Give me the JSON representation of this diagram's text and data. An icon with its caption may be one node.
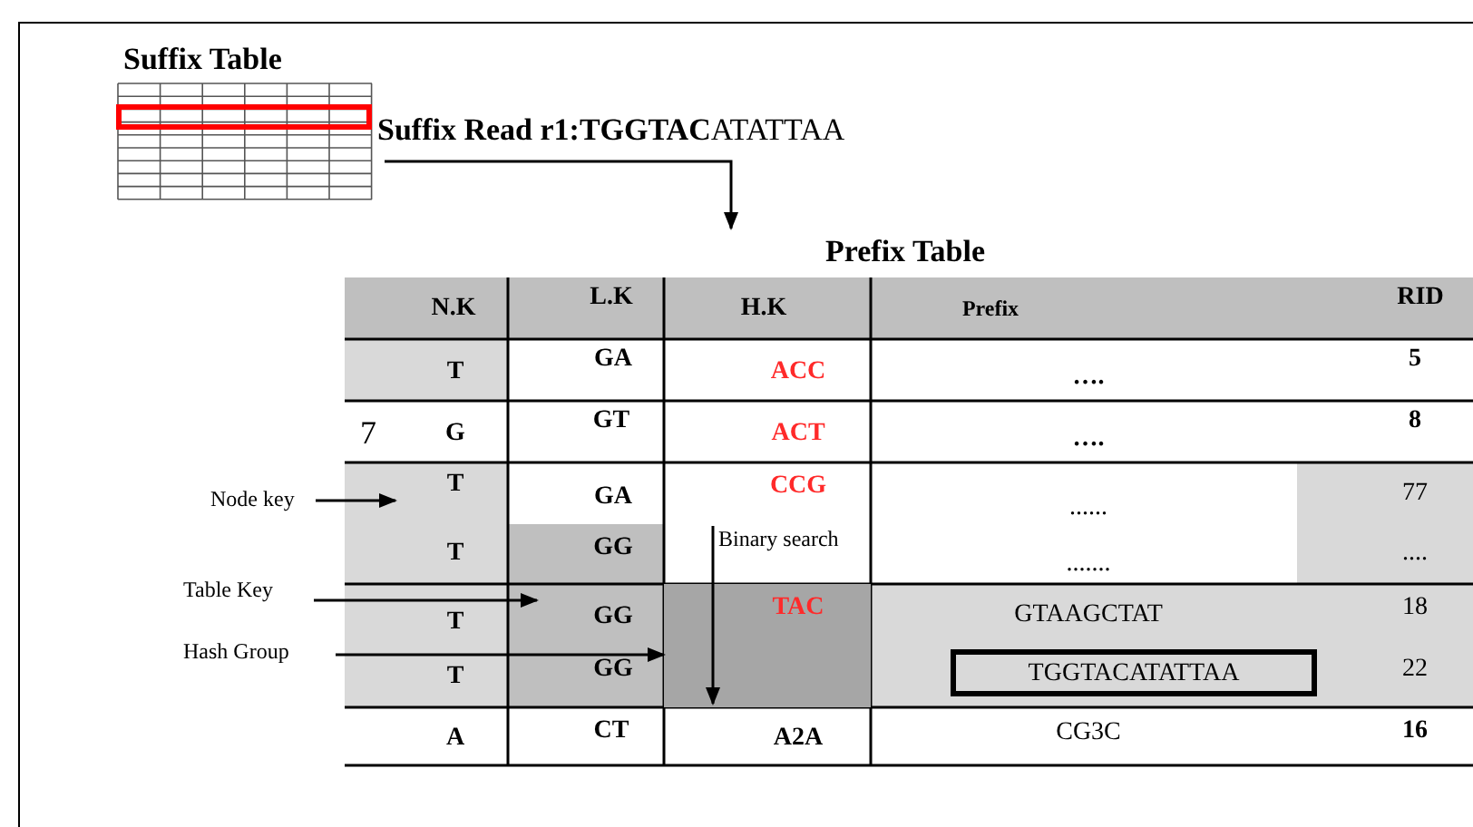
{
  "diagram": {
    "nodes": [
      {
        "text": [
          "Suffix Table"
        ]
      },
      {
        "text": [
          "**Suffix Read r1:TGGTAC**ATATTAA"
        ]
      },
      {
        "text": [
          "Prefix Table"
        ]
      },
      {
        "text": [
          "TGGTACATATTAA"
        ],
        "in": 2
      },
      {
        "text": [
          "Node key"
        ]
      },
      {
        "text": [
          "Table Key"
        ]
      },
      {
        "text": [
          "Hash Group"
        ]
      },
      {
        "text": [
          "Binary search"
        ],
        "in": 2
      },
      {
        "text": [],
        "shape": "box",
        "in": 2
      }
    ],
    "edges": [
      {
        "from": 1,
        "to": 2,
        "arrow": "to"
      },
      {
        "from": 4,
        "to": null,
        "arrow": "to"
      },
      {
        "from": 5,
        "to": null,
        "arrow": "to"
      },
      {
        "from": 6,
        "to": 8,
        "arrow": "to"
      },
      {
        "from": 7,
        "to": 8,
        "arrow": "to"
      }
    ],
    "labels": [
      "N.K",
      "L.K",
      "H.K",
      "Prefix",
      "RID",
      "T",
      "GA",
      "ACC",
      "….",
      "5",
      "7",
      "G",
      "GT",
      "ACT",
      "….",
      "8",
      "T",
      "GA",
      "CCG",
      "......",
      "77",
      "T",
      "GG",
      ".......",
      "....",
      "T",
      "GG",
      "TAC",
      "GTAAGCTAT",
      "18",
      "T",
      "GG",
      "22",
      "A",
      "CT",
      "A2A",
      "CG3C",
      "16"
    ]
  }
}
